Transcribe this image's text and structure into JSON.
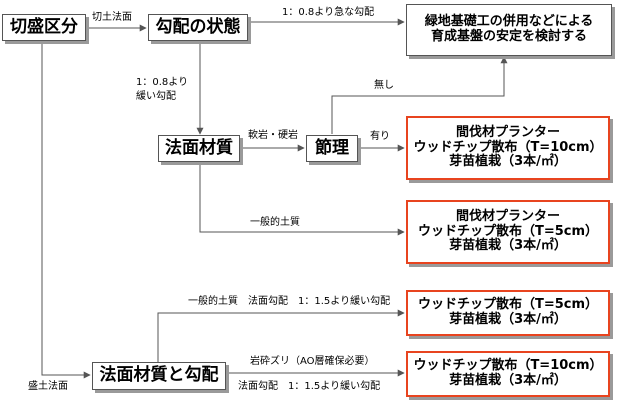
{
  "boxes": {
    "kirimori": "切盛区分",
    "koubai": "勾配の状態",
    "ryokuchi": {
      "line1": "緑地基礎工の併用などによる",
      "line2": "育成基盤の安定を検討する"
    },
    "houmen_zaishitsu": "法面材質",
    "setsuri": "節理",
    "result1": {
      "line1": "間伐材プランター",
      "line2": "ウッドチップ散布（T=10cm）",
      "line3": "芽苗植栽（3本/㎡）"
    },
    "result2": {
      "line1": "間伐材プランター",
      "line2": "ウッドチップ散布（T=5cm）",
      "line3": "芽苗植栽（3本/㎡）"
    },
    "houmen_zaishitsu_koubai": "法面材質と勾配",
    "result3": {
      "line1": "ウッドチップ散布（T=5cm）",
      "line2": "芽苗植栽（3本/㎡）"
    },
    "result4": {
      "line1": "ウッドチップ散布（T=10cm）",
      "line2": "芽苗植栽（3本/㎡）"
    }
  },
  "labels": {
    "kirido_houmen": "切土法面",
    "steeper": "1：0.8より急な勾配",
    "gentler_line1": "1：0.8より",
    "gentler_line2": "緩い勾配",
    "nanigan": "軟岩・硬岩",
    "nashi": "無し",
    "ari": "有り",
    "ippan_doshitsu": "一般的土質",
    "ippan_slope": "一般的土質　法面勾配　1：1.5より緩い勾配",
    "ganseki": "岩砕ズリ（AO層確保必要）",
    "houmen_slope": "法面勾配　1：1.5より緩い勾配",
    "morido_houmen": "盛土法面"
  },
  "colors": {
    "accent_border": "#e8441f",
    "line": "#555555",
    "shadow": "#9a9a9a"
  }
}
